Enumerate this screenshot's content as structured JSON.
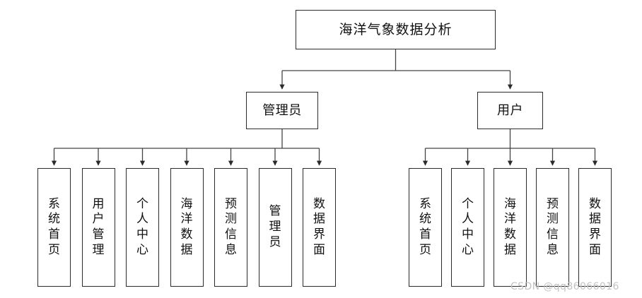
{
  "diagram": {
    "type": "tree-hierarchy",
    "root": {
      "label": "海洋气象数据分析"
    },
    "branches": [
      {
        "id": "admin",
        "label": "管理员",
        "children": [
          {
            "label": "系统首页"
          },
          {
            "label": "用户管理"
          },
          {
            "label": "个人中心"
          },
          {
            "label": "海洋数据"
          },
          {
            "label": "预测信息"
          },
          {
            "label": "管理员"
          },
          {
            "label": "数据界面"
          }
        ]
      },
      {
        "id": "user",
        "label": "用户",
        "children": [
          {
            "label": "系统首页"
          },
          {
            "label": "个人中心"
          },
          {
            "label": "海洋数据"
          },
          {
            "label": "预测信息"
          },
          {
            "label": "数据界面"
          }
        ]
      }
    ]
  },
  "watermark": {
    "text": "CSDN @qq86066016"
  },
  "colors": {
    "stroke": "#2b2b2b",
    "connector": "#444444",
    "background": "#ffffff",
    "watermark": "#c3c3c3"
  }
}
